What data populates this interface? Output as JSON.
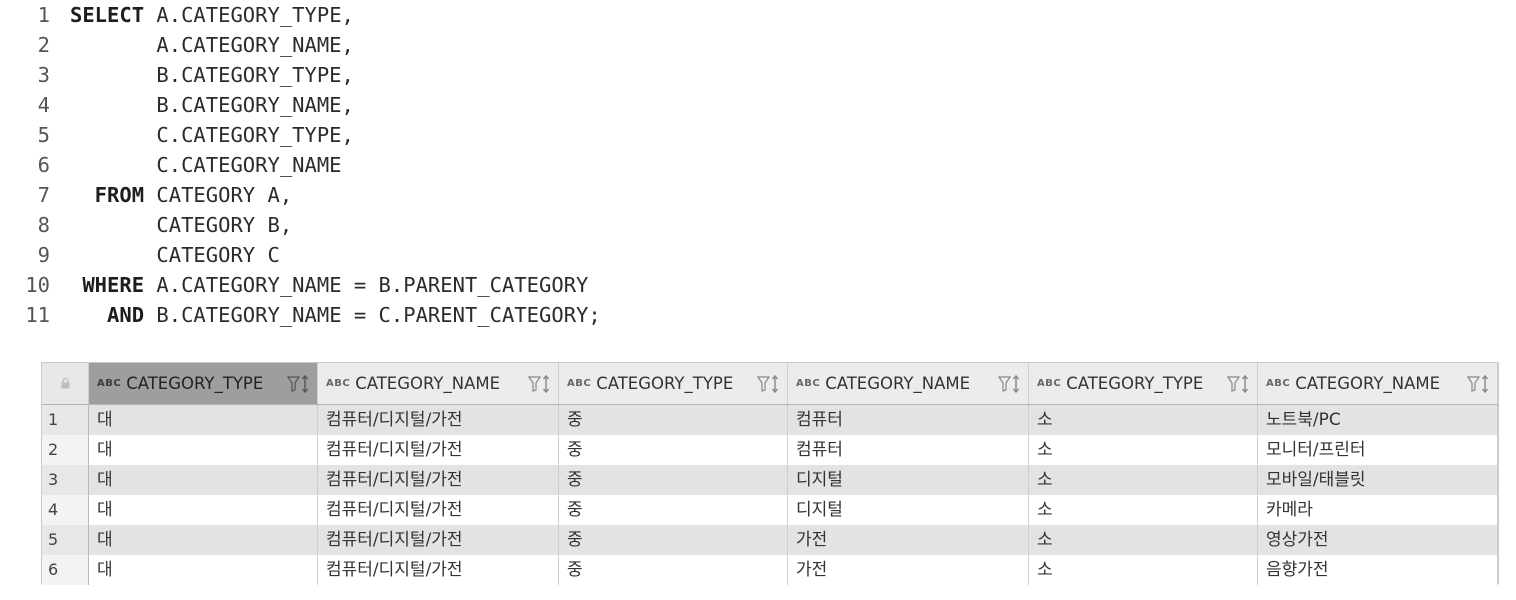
{
  "editor": {
    "lines": [
      {
        "num": "1",
        "kw": "SELECT",
        "rest": " A.CATEGORY_TYPE,"
      },
      {
        "num": "2",
        "kw": "",
        "rest": "       A.CATEGORY_NAME,"
      },
      {
        "num": "3",
        "kw": "",
        "rest": "       B.CATEGORY_TYPE,"
      },
      {
        "num": "4",
        "kw": "",
        "rest": "       B.CATEGORY_NAME,"
      },
      {
        "num": "5",
        "kw": "",
        "rest": "       C.CATEGORY_TYPE,"
      },
      {
        "num": "6",
        "kw": "",
        "rest": "       C.CATEGORY_NAME"
      },
      {
        "num": "7",
        "kw": "  FROM",
        "rest": " CATEGORY A,"
      },
      {
        "num": "8",
        "kw": "",
        "rest": "       CATEGORY B,"
      },
      {
        "num": "9",
        "kw": "",
        "rest": "       CATEGORY C"
      },
      {
        "num": "10",
        "kw": " WHERE",
        "rest": " A.CATEGORY_NAME = B.PARENT_CATEGORY"
      },
      {
        "num": "11",
        "kw": "   AND",
        "rest": " B.CATEGORY_NAME = C.PARENT_CATEGORY;"
      }
    ]
  },
  "grid": {
    "type_icon": "ABC",
    "columns": [
      {
        "label": "CATEGORY_TYPE",
        "icon": "filter-sort-icon"
      },
      {
        "label": "CATEGORY_NAME",
        "icon": "filter-sort-icon"
      },
      {
        "label": "CATEGORY_TYPE",
        "icon": "filter-sort-icon"
      },
      {
        "label": "CATEGORY_NAME",
        "icon": "filter-sort-icon"
      },
      {
        "label": "CATEGORY_TYPE",
        "icon": "filter-sort-icon"
      },
      {
        "label": "CATEGORY_NAME",
        "icon": "filter-sort-icon"
      }
    ],
    "rows": [
      {
        "num": "1",
        "cells": [
          "대",
          "컴퓨터/디지털/가전",
          "중",
          "컴퓨터",
          "소",
          "노트북/PC"
        ]
      },
      {
        "num": "2",
        "cells": [
          "대",
          "컴퓨터/디지털/가전",
          "중",
          "컴퓨터",
          "소",
          "모니터/프린터"
        ]
      },
      {
        "num": "3",
        "cells": [
          "대",
          "컴퓨터/디지털/가전",
          "중",
          "디지털",
          "소",
          "모바일/태블릿"
        ]
      },
      {
        "num": "4",
        "cells": [
          "대",
          "컴퓨터/디지털/가전",
          "중",
          "디지털",
          "소",
          "카메라"
        ]
      },
      {
        "num": "5",
        "cells": [
          "대",
          "컴퓨터/디지털/가전",
          "중",
          "가전",
          "소",
          "영상가전"
        ]
      },
      {
        "num": "6",
        "cells": [
          "대",
          "컴퓨터/디지털/가전",
          "중",
          "가전",
          "소",
          "음향가전"
        ]
      }
    ],
    "colors": {
      "active_header": "#9e9e9e",
      "alt_row": "#e3e3e3"
    }
  }
}
